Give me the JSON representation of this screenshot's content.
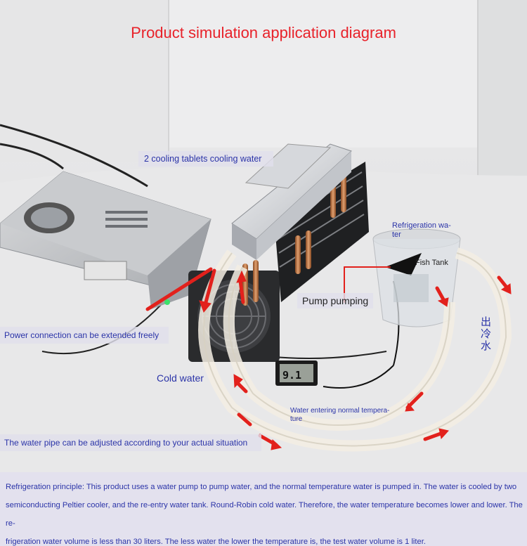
{
  "title": "Product simulation application diagram",
  "labels": {
    "cooling_tablets": "2 cooling tablets cooling water",
    "refrigeration_water_1": "Refrigeration wa-",
    "refrigeration_water_2": "ter",
    "fish_tank": "Fish Tank",
    "pump_pumping": "Pump pumping",
    "power_connection": "Power connection can be extended freely",
    "cold_water": "Cold water",
    "water_entering_1": "Water entering normal tempera-",
    "water_entering_2": "ture",
    "water_pipe": "The water pipe can be adjusted according to your actual situation",
    "vertical_cjk": "出冷水"
  },
  "thermometer_display": "9.1",
  "description_lines": [
    "Refrigeration principle: This product uses a water pump to pump water, and the normal temperature water is pumped in. The water is cooled by two",
    "semiconducting Peltier cooler, and the re-entry water tank. Round-Robin cold water. Therefore, the water temperature becomes lower and lower. The re-",
    "frigeration water volume is less than 30 liters. The less water the lower the temperature is, the test water volume is 1 liter."
  ],
  "colors": {
    "title": "#e8222a",
    "annotation": "#2b34a8",
    "arrow": "#e2211c"
  }
}
